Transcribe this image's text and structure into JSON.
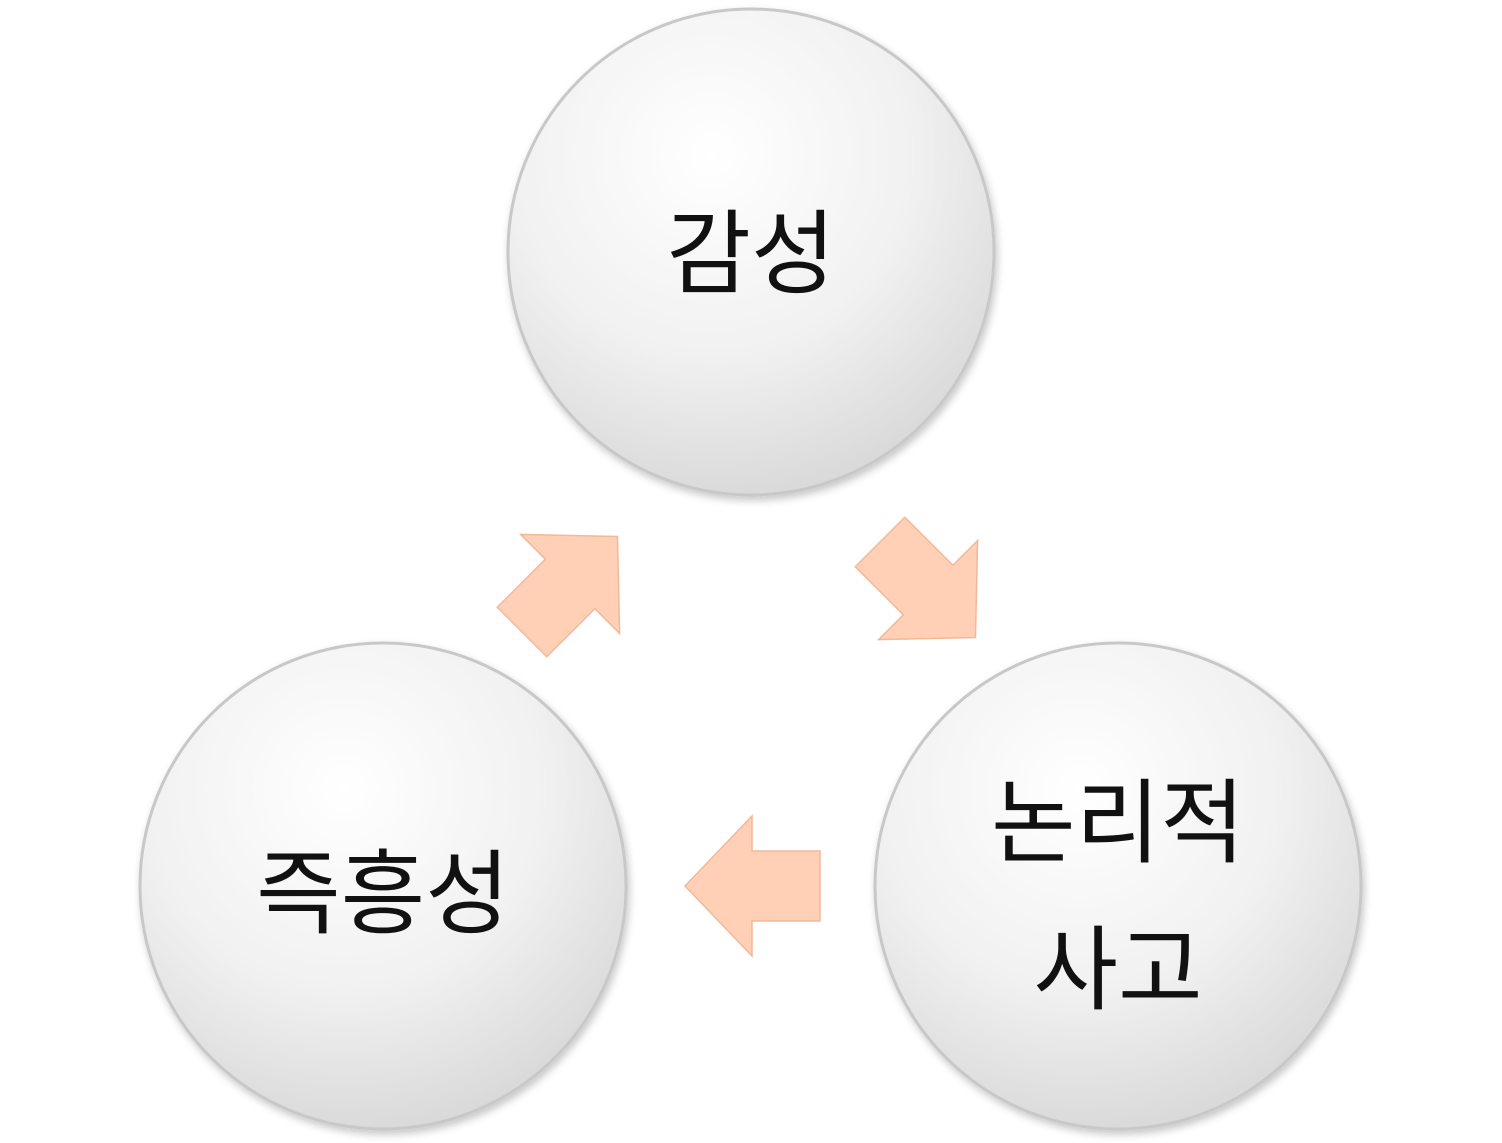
{
  "diagram": {
    "type": "cycle",
    "nodes": [
      {
        "id": "sensibility",
        "lines": [
          "감성"
        ]
      },
      {
        "id": "logical-thinking",
        "lines": [
          "논리적",
          "사고"
        ]
      },
      {
        "id": "improvisation",
        "lines": [
          "즉흥성"
        ]
      }
    ],
    "edges": [
      {
        "from": "sensibility",
        "to": "logical-thinking"
      },
      {
        "from": "logical-thinking",
        "to": "improvisation"
      },
      {
        "from": "improvisation",
        "to": "sensibility"
      }
    ],
    "colors": {
      "node_fill_light": "#ffffff",
      "node_fill_dark": "#d9d9d9",
      "node_border": "#c8c8c8",
      "arrow_fill": "#ffd0b6",
      "arrow_stroke": "#f2b89a",
      "text": "#111111"
    }
  }
}
